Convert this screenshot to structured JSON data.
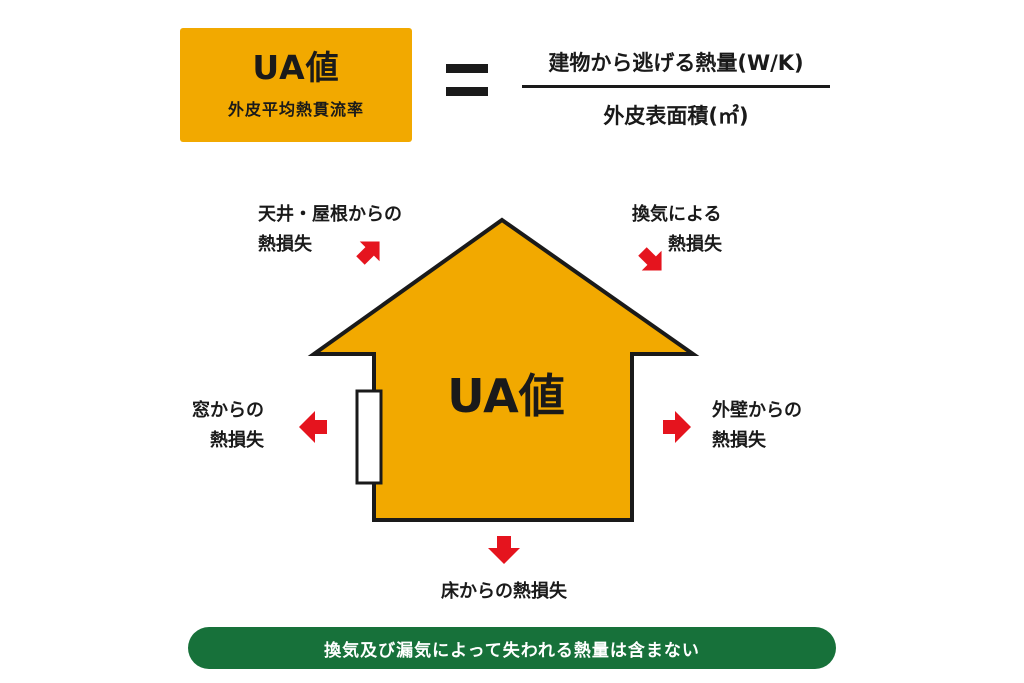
{
  "formula": {
    "ua_title": "UA値",
    "ua_subtitle": "外皮平均熱貫流率",
    "equals": "=",
    "numerator": "建物から逃げる熱量(W/K)",
    "denominator": "外皮表面積(㎡)"
  },
  "house": {
    "label": "UA値"
  },
  "losses": {
    "roof_line1": "天井・屋根からの",
    "roof_line2": "熱損失",
    "vent_line1": "換気による",
    "vent_line2": "熱損失",
    "window_line1": "窓からの",
    "window_line2": "熱損失",
    "wall_line1": "外壁からの",
    "wall_line2": "熱損失",
    "floor": "床からの熱損失"
  },
  "note": "換気及び漏気によって失われる熱量は含まない",
  "colors": {
    "accent": "#f2a900",
    "arrow": "#e5141e",
    "note_bg": "#17713a",
    "text": "#1a1a1a"
  }
}
